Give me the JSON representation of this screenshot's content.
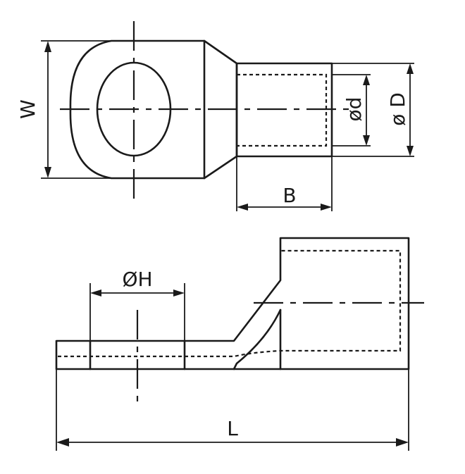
{
  "labels": {
    "width": "W",
    "inner_diameter": "ød",
    "outer_diameter": "ø D",
    "barrel_length": "B",
    "hole_diameter": "ØH",
    "total_length": "L"
  },
  "colors": {
    "line": "#1a1a1a",
    "background": "#ffffff"
  }
}
